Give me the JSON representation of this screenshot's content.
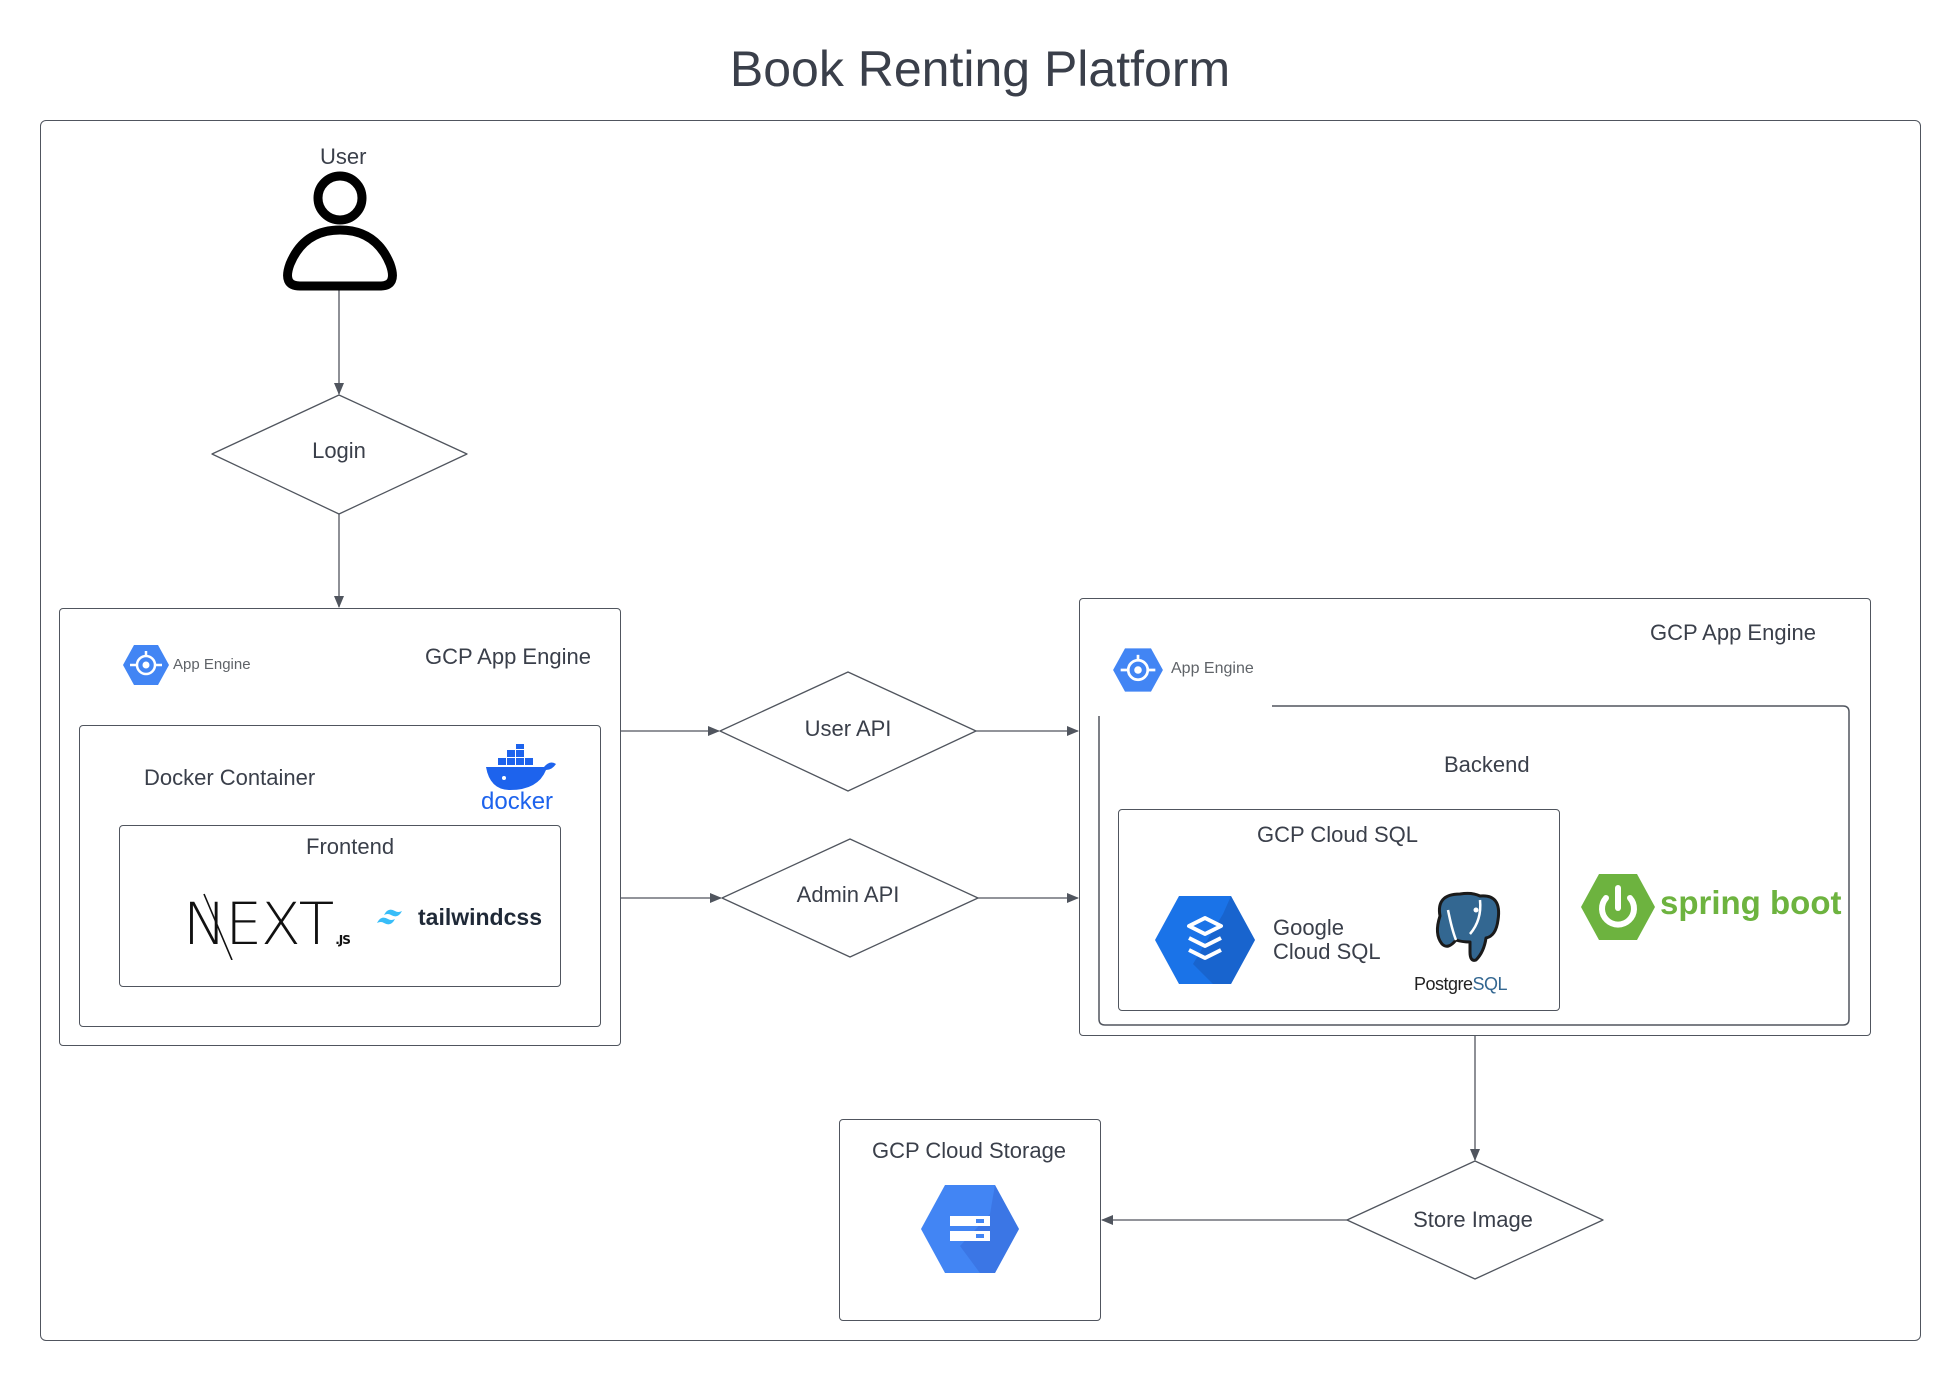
{
  "title": "Book Renting Platform",
  "user": {
    "label": "User"
  },
  "decisions": {
    "login": "Login",
    "user_api": "User API",
    "admin_api": "Admin API",
    "store_image": "Store Image"
  },
  "frontend_engine": {
    "title": "GCP App Engine",
    "badge": "App Engine",
    "container": "Docker Container",
    "container_logo": "docker",
    "frontend": "Frontend",
    "next_logo_main": "NEXT",
    "next_logo_suffix": ".JS",
    "tailwind_logo": "tailwindcss"
  },
  "backend_engine": {
    "title": "GCP App Engine",
    "badge": "App Engine",
    "backend": "Backend",
    "cloud_sql_title": "GCP Cloud SQL",
    "google_cloud_sql_line1": "Google",
    "google_cloud_sql_line2": "Cloud SQL",
    "postgres_logo_a": "Postgre",
    "postgres_logo_b": "SQL",
    "spring_logo": "spring boot"
  },
  "storage": {
    "title": "GCP Cloud Storage"
  },
  "colors": {
    "gcp_blue": "#4285f4",
    "docker_blue": "#1d63ed",
    "tailwind_cyan": "#38bdf8",
    "spring_green": "#6db33f",
    "postgres_blue": "#336791",
    "stroke": "#50555e"
  },
  "icons": [
    "user-icon",
    "app-engine-icon",
    "docker-icon",
    "tailwind-icon",
    "cloud-sql-icon",
    "postgresql-icon",
    "spring-boot-icon",
    "cloud-storage-icon"
  ]
}
